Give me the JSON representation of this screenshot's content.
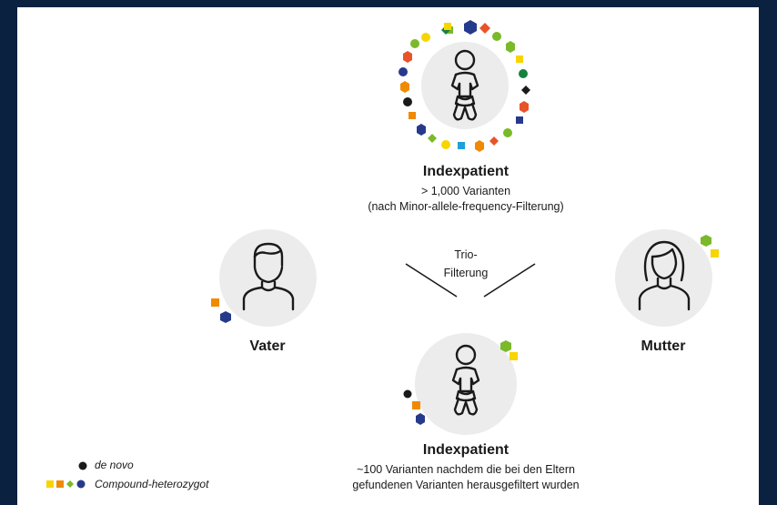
{
  "colors": {
    "background": "#0a2240",
    "panel": "#ffffff",
    "circle": "#ececec",
    "red": "#e8532a",
    "orange": "#f08a00",
    "yellow": "#f7d500",
    "green": "#7ab929",
    "darkgreen": "#17823d",
    "navy": "#263a8c",
    "cyan": "#1ea0d8",
    "black": "#1a1a1a"
  },
  "top_patient": {
    "title": "Indexpatient",
    "line1": "> 1,000 Varianten",
    "line2": "(nach Minor-allele-frequency-Filterung)",
    "icon": "baby-icon"
  },
  "father": {
    "label": "Vater",
    "icon": "man-icon"
  },
  "mother": {
    "label": "Mutter",
    "icon": "woman-icon"
  },
  "trio": {
    "line1": "Trio-",
    "line2": "Filterung"
  },
  "bottom_patient": {
    "title": "Indexpatient",
    "line1": "~100 Varianten nachdem die bei den Eltern",
    "line2": "gefundenen Varianten herausgefiltert wurden",
    "icon": "baby-icon"
  },
  "legend": {
    "de_novo": "de novo",
    "compound": "Compound-heterozygot"
  }
}
